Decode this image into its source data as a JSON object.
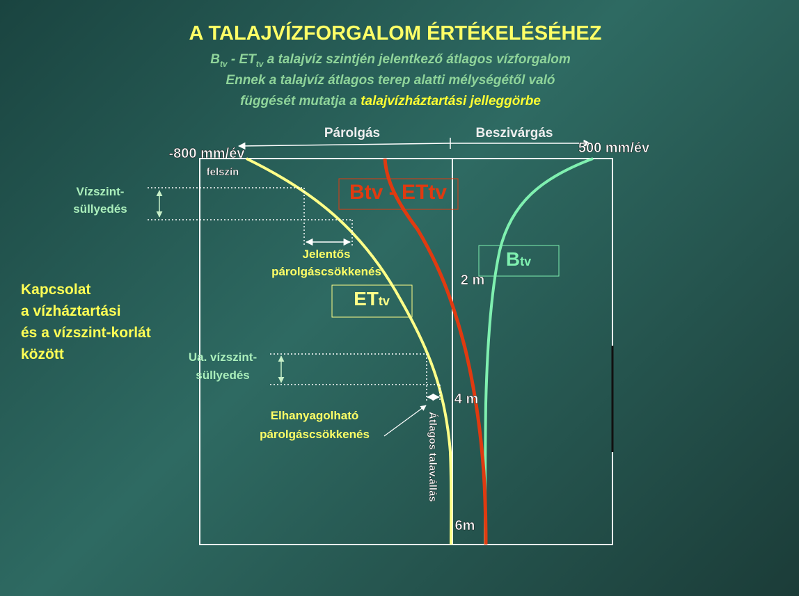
{
  "title": "A  TALAJVÍZFORGALOM ÉRTÉKELÉSÉHEZ",
  "subtitle": {
    "line1_B": "B",
    "line1_tv1": "tv",
    "line1_mid": " -  ET",
    "line1_tv2": "tv",
    "line1_rest": " a talajvíz szintjén jelentkező átlagos vízforgalom",
    "line2": "Ennek a talajvíz átlagos terep alatti mélységétől való",
    "line3_prefix": "függését mutatja a  ",
    "line3_highlight": "talajvízháztartási jelleggörbe"
  },
  "axis": {
    "left_section": "Párolgás",
    "right_section": "Beszivárgás",
    "left_value": "-800 mm/év",
    "right_value": "500 mm/év",
    "surface": "felszín",
    "depth_2": "2 m",
    "depth_4": "4 m",
    "depth_6": "6m",
    "vertical_label": "Átlagos talav.állás"
  },
  "curve_labels": {
    "btv_etv": "Btv - ETtv",
    "btv_main": "B",
    "btv_sub": "tv",
    "etv_main": "ET",
    "etv_sub": "tv"
  },
  "annotations": {
    "vizszint_1": "Vízszint-",
    "vizszint_2": "süllyedés",
    "jelentos_1": "Jelentős",
    "jelentos_2": "párolgáscsökkenés",
    "ua_1": "Ua. vízszint-",
    "ua_2": "süllyedés",
    "elhanyagolhato_1": "Elhanyagolható",
    "elhanyagolhato_2": "párolgáscsökkenés"
  },
  "side_text": {
    "line1": "Kapcsolat",
    "line2": "a vízháztartási",
    "line3": "és a vízszint-korlát",
    "line4": "között"
  },
  "colors": {
    "title": "#ffff66",
    "subtitle": "#8fd49a",
    "highlight": "#ffff33",
    "etv_curve": "#ffff88",
    "btv_curve": "#7ff0b0",
    "diff_curve": "#e03a10",
    "frame": "#ffffff",
    "label_green": "#aaeebb",
    "side_text": "#ffff55"
  }
}
